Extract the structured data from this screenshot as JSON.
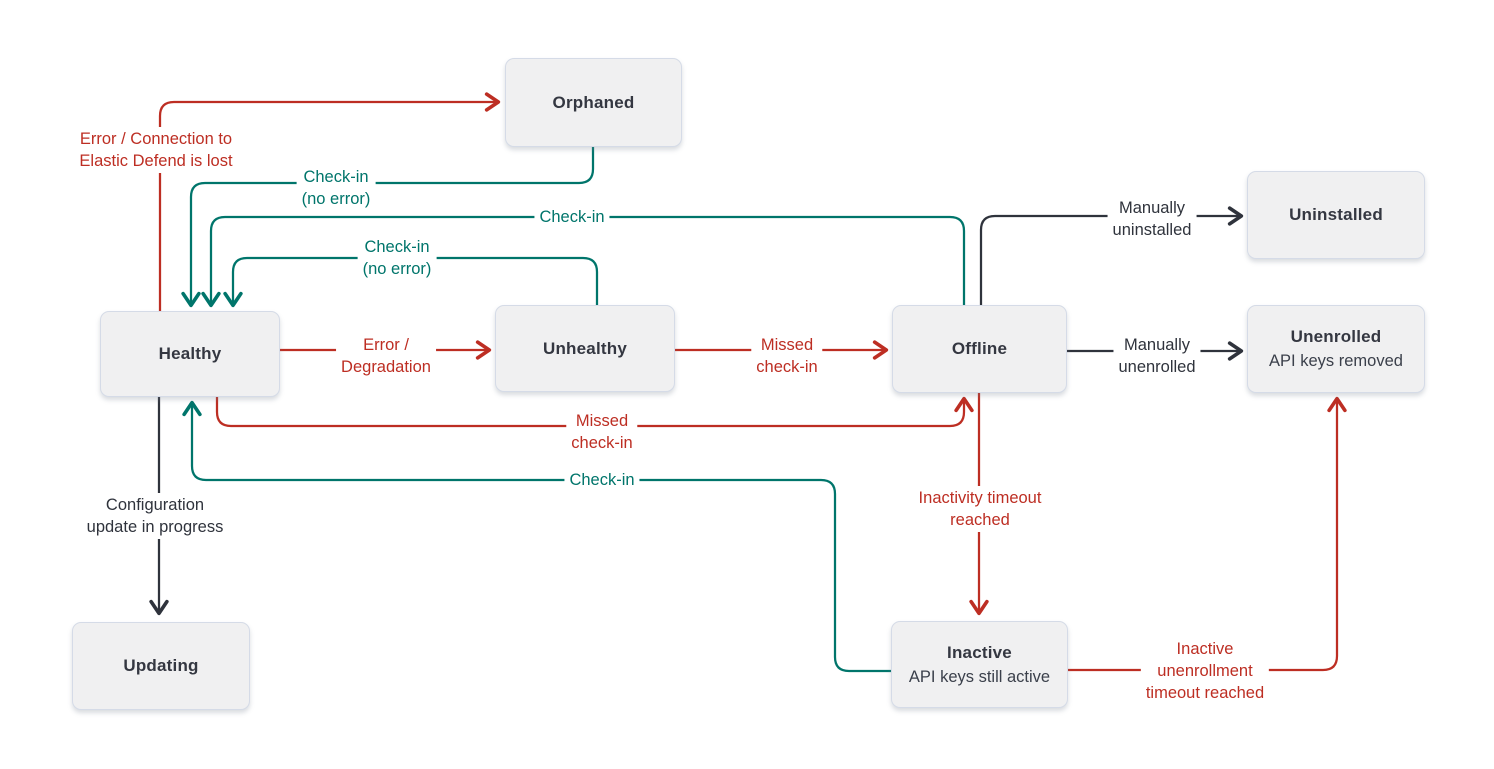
{
  "diagram": {
    "type": "state-diagram",
    "subject": "Agent status flow",
    "colors": {
      "error": "#bd2e23",
      "success": "#00756b",
      "neutral": "#2f333c",
      "node_background": "#f0f0f1",
      "node_border": "#d5dbe7",
      "node_text": "#343741",
      "page_background": "#ffffff"
    },
    "nodes": [
      {
        "id": "orphaned",
        "label": "Orphaned"
      },
      {
        "id": "uninstalled",
        "label": "Uninstalled"
      },
      {
        "id": "healthy",
        "label": "Healthy"
      },
      {
        "id": "unhealthy",
        "label": "Unhealthy"
      },
      {
        "id": "offline",
        "label": "Offline"
      },
      {
        "id": "unenrolled",
        "label": "Unenrolled",
        "sublabel": "API keys removed"
      },
      {
        "id": "updating",
        "label": "Updating"
      },
      {
        "id": "inactive",
        "label": "Inactive",
        "sublabel": "API keys still active"
      }
    ],
    "edges": [
      {
        "from": "Healthy",
        "to": "Orphaned",
        "color": "error",
        "label": "Error / Connection to\nElastic Defend is lost"
      },
      {
        "from": "Orphaned",
        "to": "Healthy",
        "color": "success",
        "label": "Check-in\n(no error)"
      },
      {
        "from": "Offline",
        "to": "Healthy",
        "color": "success",
        "label": "Check-in"
      },
      {
        "from": "Unhealthy",
        "to": "Healthy",
        "color": "success",
        "label": "Check-in\n(no error)"
      },
      {
        "from": "Healthy",
        "to": "Unhealthy",
        "color": "error",
        "label": "Error /\nDegradation"
      },
      {
        "from": "Unhealthy",
        "to": "Offline",
        "color": "error",
        "label": "Missed\ncheck-in"
      },
      {
        "from": "Offline",
        "to": "Uninstalled",
        "color": "neutral",
        "label": "Manually\nuninstalled"
      },
      {
        "from": "Offline",
        "to": "Unenrolled",
        "color": "neutral",
        "label": "Manually\nunenrolled"
      },
      {
        "from": "Healthy",
        "to": "Offline",
        "color": "error",
        "label": "Missed\ncheck-in"
      },
      {
        "from": "Inactive",
        "to": "Healthy",
        "color": "success",
        "label": "Check-in"
      },
      {
        "from": "Healthy",
        "to": "Updating",
        "color": "neutral",
        "label": "Configuration\nupdate in progress"
      },
      {
        "from": "Offline",
        "to": "Inactive",
        "color": "error",
        "label": "Inactivity timeout\nreached"
      },
      {
        "from": "Inactive",
        "to": "Unenrolled",
        "color": "error",
        "label": "Inactive\nunenrollment\ntimeout reached"
      }
    ]
  }
}
